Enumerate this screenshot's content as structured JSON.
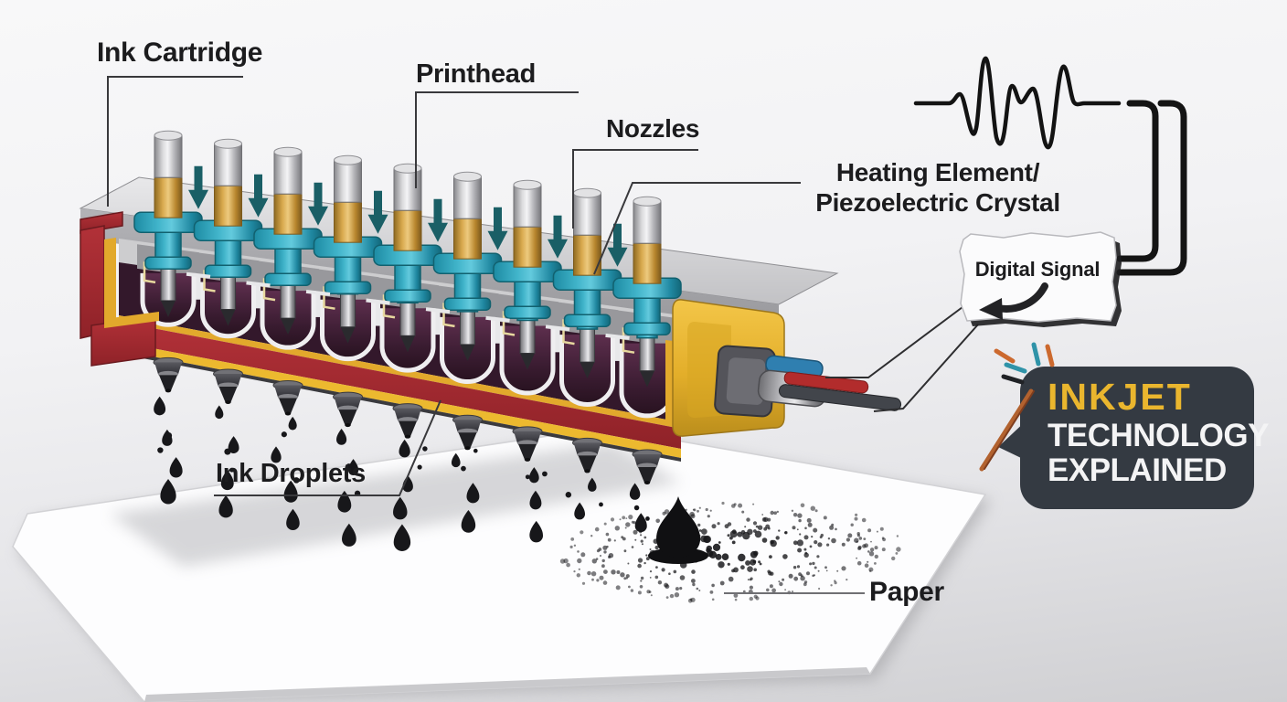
{
  "badge": {
    "line1": "INKJET",
    "line2": "TECHNOLOGY",
    "line3": "EXPLAINED"
  },
  "labels": {
    "ink_cartridge": "Ink Cartridge",
    "printhead": "Printhead",
    "nozzles": "Nozzles",
    "heating_element_line1": "Heating Element/",
    "heating_element_line2": "Piezoelectric Crystal",
    "digital_signal": "Digital Signal",
    "ink_droplets": "Ink Droplets",
    "paper": "Paper"
  },
  "colors": {
    "text": "#1c1c1e",
    "line": "#39393c",
    "ink": "#17171a",
    "teal": "#2ba6bf",
    "teal_dark": "#11616f",
    "arrow_teal": "#1a5f66",
    "gold_lining": "#e2a92c",
    "case_yellow": "#ecb92f",
    "case_red": "#a5282f",
    "chamber": "#47223c",
    "wire_red": "#b22c2c",
    "wire_blue": "#2f7fb0",
    "wire_dark": "#42454b",
    "badge_bg": "#343a42",
    "badge_gold": "#eab62e",
    "sparkle_orange": "#cc692e",
    "sparkle_teal": "#2f93a8"
  }
}
